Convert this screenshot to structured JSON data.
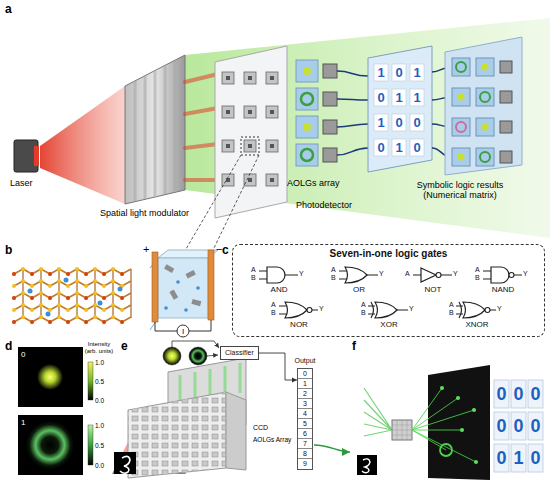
{
  "diagram": {
    "nodes": [
      {
        "text": [
          "Seven-in-one logic gates"
        ]
      },
      {
        "text": [
          "AND"
        ],
        "in": 0
      },
      {
        "text": [
          "OR"
        ],
        "in": 0
      },
      {
        "text": [
          "NOT"
        ],
        "in": 0
      },
      {
        "text": [
          "NAND"
        ],
        "in": 0
      },
      {
        "text": [
          "NOR"
        ],
        "in": 0
      },
      {
        "text": [
          "XOR"
        ],
        "in": 0
      },
      {
        "text": [
          "XNOR"
        ],
        "in": 0
      },
      {
        "text": [
          "Classifier"
        ]
      },
      {
        "text": [
          "Output"
        ]
      },
      {
        "text": [
          "0"
        ],
        "in": 9
      },
      {
        "text": [
          "1"
        ],
        "in": 9
      },
      {
        "text": [
          "2"
        ],
        "in": 9
      },
      {
        "text": [
          "3"
        ],
        "in": 9
      },
      {
        "text": [
          "4"
        ],
        "in": 9
      },
      {
        "text": [
          "5"
        ],
        "in": 9
      },
      {
        "text": [
          "6"
        ],
        "in": 9
      },
      {
        "text": [
          "7"
        ],
        "in": 9
      },
      {
        "text": [
          "8"
        ],
        "in": 9
      },
      {
        "text": [
          "9"
        ],
        "in": 9
      }
    ],
    "edges": [
      {
        "from": 8,
        "to": 9,
        "arrow": "to"
      }
    ],
    "labels": [
      "a",
      "Laser",
      "Spatial light modulator",
      "AOLGs array",
      "Photodetector",
      "Symbolic logic results (Numerical matrix)",
      "1",
      "0",
      "1",
      "0",
      "1",
      "1",
      "1",
      "0",
      "0",
      "0",
      "1",
      "0",
      "b",
      "+",
      "−",
      "I",
      "c",
      "A",
      "B",
      "Y",
      "A",
      "B",
      "Y",
      "A",
      "Y",
      "A",
      "B",
      "Y",
      "A",
      "B",
      "Y",
      "A",
      "B",
      "Y",
      "A",
      "B",
      "Y",
      "d",
      "0",
      "Intensity (arb. units)",
      "1.0",
      "0.5",
      "0.0",
      "1",
      "1.0",
      "0.5",
      "0.0",
      "e",
      "CCD",
      "AOLGs Array",
      "f",
      "0",
      "0",
      "0",
      "0",
      "0",
      "0",
      "0",
      "1",
      "0"
    ]
  }
}
